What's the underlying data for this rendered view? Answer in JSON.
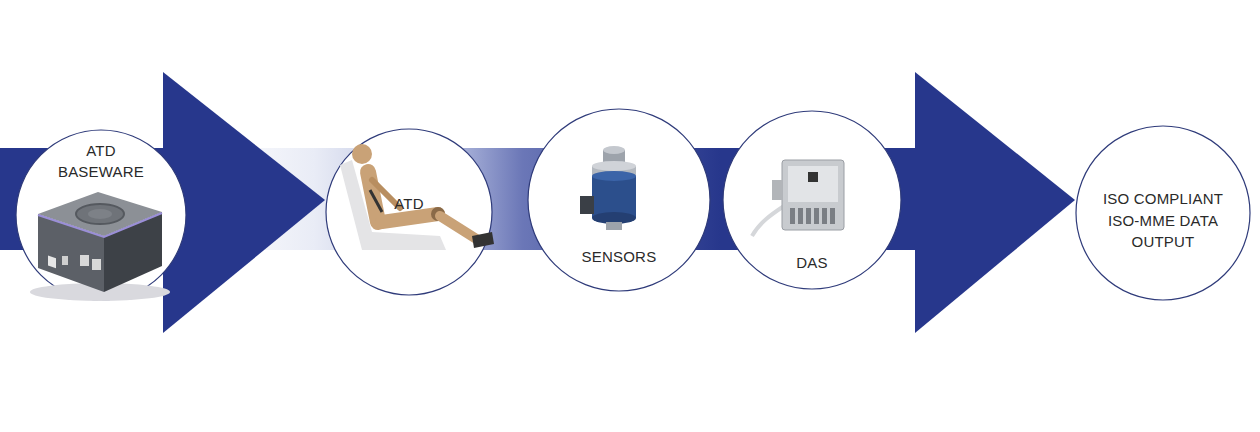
{
  "diagram": {
    "nodes": [
      {
        "text": [
          "ATD BASEWARE"
        ]
      },
      {
        "text": [
          "ATD"
        ]
      },
      {
        "text": [
          "SENSORS"
        ]
      },
      {
        "text": [
          "DAS"
        ]
      },
      {
        "text": [
          "ISO COMPLIANT",
          "ISO-MME DATA OUTPUT"
        ]
      }
    ]
  }
}
